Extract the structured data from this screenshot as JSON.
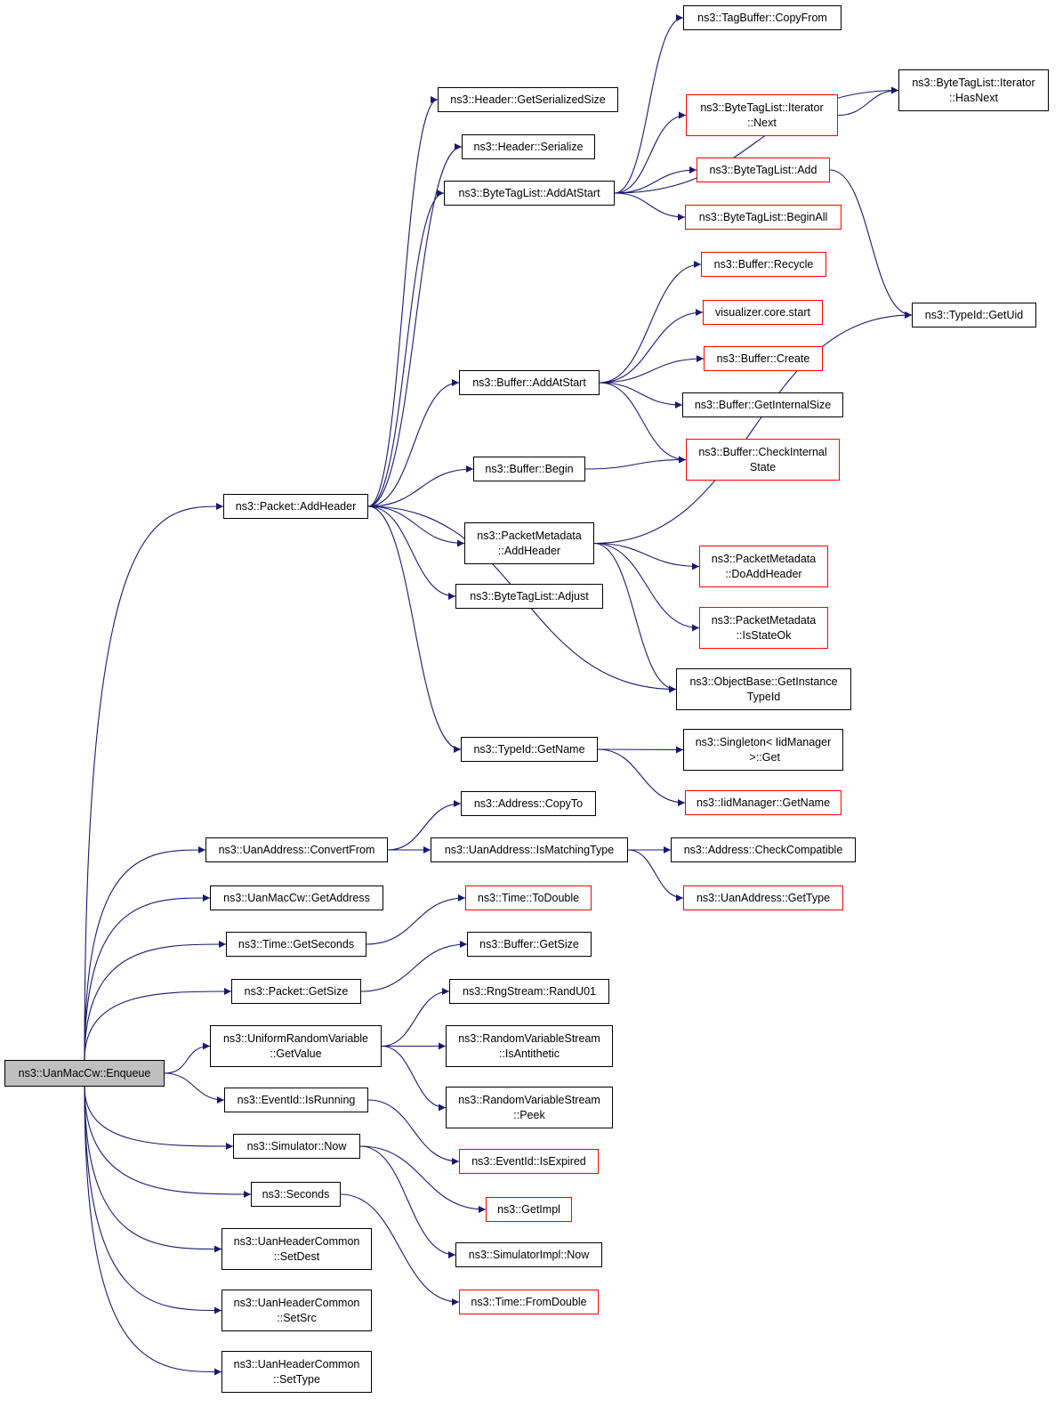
{
  "colors": {
    "edge": "#191970",
    "node_border": "#000000",
    "truncated_border": "#ff0000",
    "root_fill": "#bfbfbf"
  },
  "nodes": [
    {
      "id": "n0",
      "label": "ns3::UanMacCw::Enqueue",
      "root": true,
      "truncated": false
    },
    {
      "id": "n1",
      "label": "ns3::Packet::AddHeader",
      "truncated": false
    },
    {
      "id": "n2",
      "label": "ns3::UanAddress::ConvertFrom",
      "truncated": false
    },
    {
      "id": "n3",
      "label": "ns3::UanMacCw::GetAddress",
      "truncated": false
    },
    {
      "id": "n4",
      "label": "ns3::Time::GetSeconds",
      "truncated": false
    },
    {
      "id": "n5",
      "label": "ns3::Packet::GetSize",
      "truncated": false
    },
    {
      "id": "n6",
      "label": "ns3::UniformRandomVariable\n::GetValue",
      "truncated": false
    },
    {
      "id": "n7",
      "label": "ns3::EventId::IsRunning",
      "truncated": false
    },
    {
      "id": "n8",
      "label": "ns3::Simulator::Now",
      "truncated": false
    },
    {
      "id": "n9",
      "label": "ns3::Seconds",
      "truncated": false
    },
    {
      "id": "n10",
      "label": "ns3::UanHeaderCommon\n::SetDest",
      "truncated": false
    },
    {
      "id": "n11",
      "label": "ns3::UanHeaderCommon\n::SetSrc",
      "truncated": false
    },
    {
      "id": "n12",
      "label": "ns3::UanHeaderCommon\n::SetType",
      "truncated": false
    },
    {
      "id": "n13",
      "label": "ns3::Header::GetSerializedSize",
      "truncated": false
    },
    {
      "id": "n14",
      "label": "ns3::Header::Serialize",
      "truncated": false
    },
    {
      "id": "n15",
      "label": "ns3::ByteTagList::AddAtStart",
      "truncated": false
    },
    {
      "id": "n16",
      "label": "ns3::Buffer::AddAtStart",
      "truncated": false
    },
    {
      "id": "n17",
      "label": "ns3::Buffer::Begin",
      "truncated": false
    },
    {
      "id": "n18",
      "label": "ns3::PacketMetadata\n::AddHeader",
      "truncated": false
    },
    {
      "id": "n19",
      "label": "ns3::ByteTagList::Adjust",
      "truncated": false
    },
    {
      "id": "n20",
      "label": "ns3::TypeId::GetName",
      "truncated": false
    },
    {
      "id": "n21",
      "label": "ns3::Address::CopyTo",
      "truncated": false
    },
    {
      "id": "n22",
      "label": "ns3::UanAddress::IsMatchingType",
      "truncated": false
    },
    {
      "id": "n23",
      "label": "ns3::Time::ToDouble",
      "truncated": true
    },
    {
      "id": "n24",
      "label": "ns3::Buffer::GetSize",
      "truncated": false
    },
    {
      "id": "n25",
      "label": "ns3::RngStream::RandU01",
      "truncated": false
    },
    {
      "id": "n26",
      "label": "ns3::RandomVariableStream\n::IsAntithetic",
      "truncated": false
    },
    {
      "id": "n27",
      "label": "ns3::RandomVariableStream\n::Peek",
      "truncated": false
    },
    {
      "id": "n28",
      "label": "ns3::EventId::IsExpired",
      "truncated": true
    },
    {
      "id": "n29",
      "label": "ns3::GetImpl",
      "truncated": true
    },
    {
      "id": "n30",
      "label": "ns3::SimulatorImpl::Now",
      "truncated": false
    },
    {
      "id": "n31",
      "label": "ns3::Time::FromDouble",
      "truncated": true
    },
    {
      "id": "n32",
      "label": "ns3::TagBuffer::CopyFrom",
      "truncated": false
    },
    {
      "id": "n33",
      "label": "ns3::ByteTagList::Iterator\n::Next",
      "truncated": true
    },
    {
      "id": "n34",
      "label": "ns3::ByteTagList::Add",
      "truncated": true
    },
    {
      "id": "n35",
      "label": "ns3::ByteTagList::BeginAll",
      "truncated": true
    },
    {
      "id": "n36",
      "label": "ns3::Buffer::Recycle",
      "truncated": true
    },
    {
      "id": "n37",
      "label": "visualizer.core.start",
      "truncated": true
    },
    {
      "id": "n38",
      "label": "ns3::Buffer::Create",
      "truncated": true
    },
    {
      "id": "n39",
      "label": "ns3::Buffer::GetInternalSize",
      "truncated": false
    },
    {
      "id": "n40",
      "label": "ns3::Buffer::CheckInternal\nState",
      "truncated": true
    },
    {
      "id": "n41",
      "label": "ns3::PacketMetadata\n::DoAddHeader",
      "truncated": true
    },
    {
      "id": "n42",
      "label": "ns3::PacketMetadata\n::IsStateOk",
      "truncated": true
    },
    {
      "id": "n43",
      "label": "ns3::ObjectBase::GetInstance\nTypeId",
      "truncated": false
    },
    {
      "id": "n44",
      "label": "ns3::Singleton< IidManager\n >::Get",
      "truncated": false
    },
    {
      "id": "n45",
      "label": "ns3::IidManager::GetName",
      "truncated": true
    },
    {
      "id": "n46",
      "label": "ns3::Address::CheckCompatible",
      "truncated": false
    },
    {
      "id": "n47",
      "label": "ns3::UanAddress::GetType",
      "truncated": true
    },
    {
      "id": "n48",
      "label": "ns3::ByteTagList::Iterator\n::HasNext",
      "truncated": false
    },
    {
      "id": "n49",
      "label": "ns3::TypeId::GetUid",
      "truncated": false
    }
  ],
  "edges": [
    [
      "n0",
      "n1"
    ],
    [
      "n0",
      "n2"
    ],
    [
      "n0",
      "n3"
    ],
    [
      "n0",
      "n4"
    ],
    [
      "n0",
      "n5"
    ],
    [
      "n0",
      "n6"
    ],
    [
      "n0",
      "n7"
    ],
    [
      "n0",
      "n8"
    ],
    [
      "n0",
      "n9"
    ],
    [
      "n0",
      "n10"
    ],
    [
      "n0",
      "n11"
    ],
    [
      "n0",
      "n12"
    ],
    [
      "n1",
      "n13"
    ],
    [
      "n1",
      "n14"
    ],
    [
      "n1",
      "n15"
    ],
    [
      "n1",
      "n16"
    ],
    [
      "n1",
      "n17"
    ],
    [
      "n1",
      "n18"
    ],
    [
      "n1",
      "n19"
    ],
    [
      "n1",
      "n43"
    ],
    [
      "n1",
      "n20"
    ],
    [
      "n15",
      "n32"
    ],
    [
      "n15",
      "n48"
    ],
    [
      "n15",
      "n33"
    ],
    [
      "n15",
      "n34"
    ],
    [
      "n15",
      "n35"
    ],
    [
      "n33",
      "n48"
    ],
    [
      "n34",
      "n49"
    ],
    [
      "n16",
      "n36"
    ],
    [
      "n16",
      "n37"
    ],
    [
      "n16",
      "n38"
    ],
    [
      "n16",
      "n39"
    ],
    [
      "n16",
      "n40"
    ],
    [
      "n17",
      "n40"
    ],
    [
      "n18",
      "n49"
    ],
    [
      "n18",
      "n41"
    ],
    [
      "n18",
      "n42"
    ],
    [
      "n18",
      "n43"
    ],
    [
      "n20",
      "n44"
    ],
    [
      "n20",
      "n45"
    ],
    [
      "n2",
      "n21"
    ],
    [
      "n2",
      "n22"
    ],
    [
      "n22",
      "n46"
    ],
    [
      "n22",
      "n47"
    ],
    [
      "n4",
      "n23"
    ],
    [
      "n5",
      "n24"
    ],
    [
      "n6",
      "n25"
    ],
    [
      "n6",
      "n26"
    ],
    [
      "n6",
      "n27"
    ],
    [
      "n7",
      "n28"
    ],
    [
      "n8",
      "n29"
    ],
    [
      "n8",
      "n30"
    ],
    [
      "n9",
      "n31"
    ]
  ]
}
